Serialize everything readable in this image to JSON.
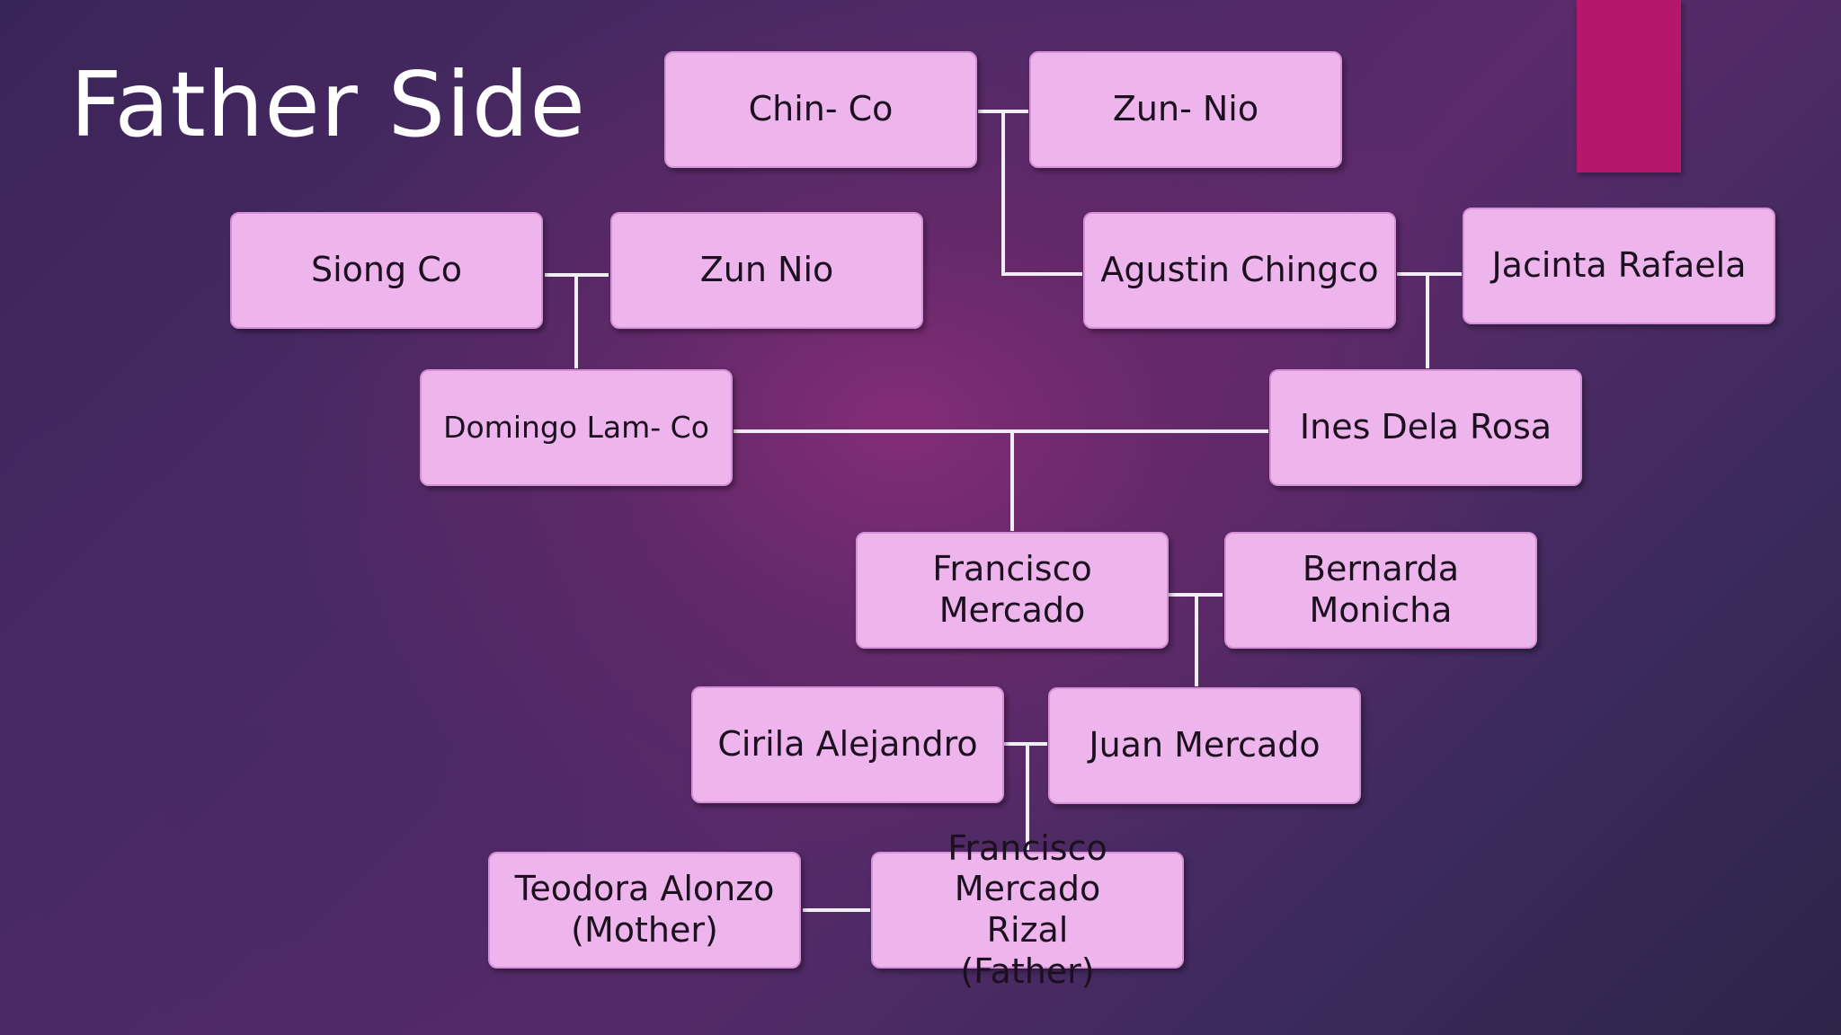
{
  "slide": {
    "title": "Father Side",
    "accent_color": "#b5176a"
  },
  "tree": {
    "chin_co": "Chin- Co",
    "zun_nio_top": "Zun- Nio",
    "siong_co": "Siong Co",
    "zun_nio": "Zun Nio",
    "agustin": "Agustin Chingco",
    "jacinta": "Jacinta Rafaela",
    "domingo": "Domingo Lam- Co",
    "ines": "Ines Dela Rosa",
    "francisco_line1": "Francisco",
    "francisco_line2": "Mercado",
    "bernarda_line1": "Bernarda",
    "bernarda_line2": "Monicha",
    "cirila": "Cirila Alejandro",
    "juan": "Juan Mercado",
    "teodora_line1": "Teodora Alonzo",
    "teodora_line2": "(Mother)",
    "rizal_line1": "Francisco Mercado",
    "rizal_line2": "Rizal",
    "rizal_line3": "(Father)"
  },
  "colors": {
    "node_fill": "#edb5ec",
    "connector": "#f2eef6"
  }
}
